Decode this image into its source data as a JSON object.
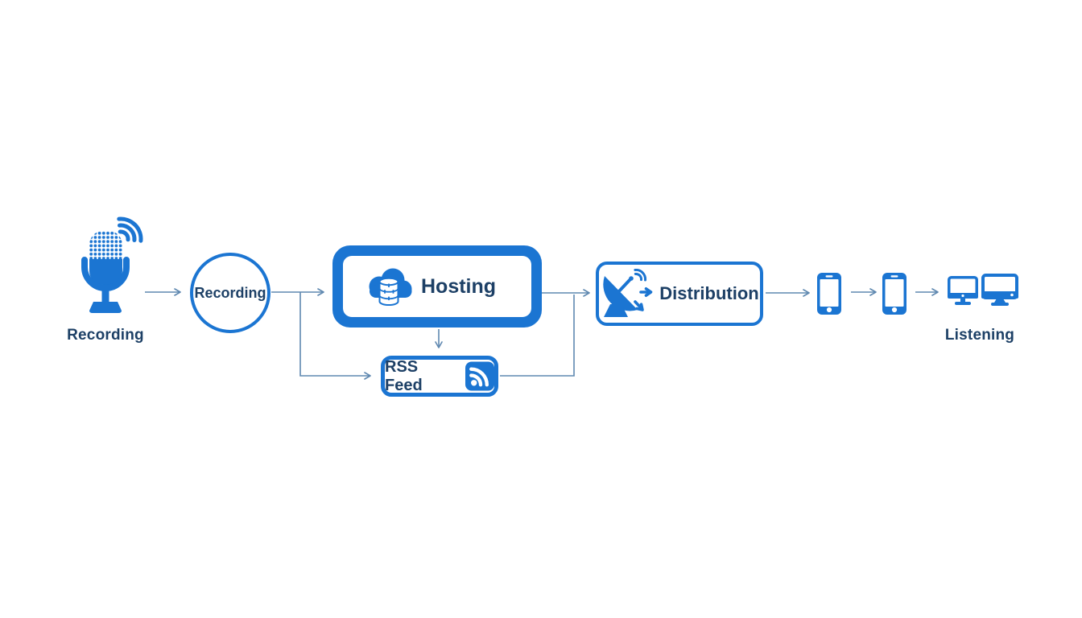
{
  "colors": {
    "primary_blue": "#1b75d2",
    "text_navy": "#1d4066",
    "connector_blue": "#5f88b0"
  },
  "nodes": {
    "recording_source": {
      "label": "Recording",
      "icon": "microphone-icon"
    },
    "recording_step": {
      "label": "Recording"
    },
    "hosting": {
      "label": "Hosting",
      "icon": "cloud-server-icon"
    },
    "rss_feed": {
      "label": "RSS Feed",
      "icon": "rss-icon"
    },
    "distribution": {
      "label": "Distribution",
      "icon": "satellite-dish-icon"
    },
    "devices": {
      "icons": [
        "smartphone-icon",
        "smartphone-icon",
        "monitor-icon",
        "monitor-icon"
      ]
    },
    "listening": {
      "label": "Listening"
    }
  },
  "edges": [
    {
      "from": "microphone",
      "to": "recording_step"
    },
    {
      "from": "recording_step",
      "to": "hosting"
    },
    {
      "from": "recording_step",
      "to": "rss_feed"
    },
    {
      "from": "hosting",
      "to": "rss_feed"
    },
    {
      "from": "hosting",
      "to": "distribution"
    },
    {
      "from": "rss_feed",
      "to": "distribution"
    },
    {
      "from": "distribution",
      "to": "smartphone"
    },
    {
      "from": "smartphone",
      "to": "smartphone"
    },
    {
      "from": "smartphone",
      "to": "monitors"
    }
  ]
}
